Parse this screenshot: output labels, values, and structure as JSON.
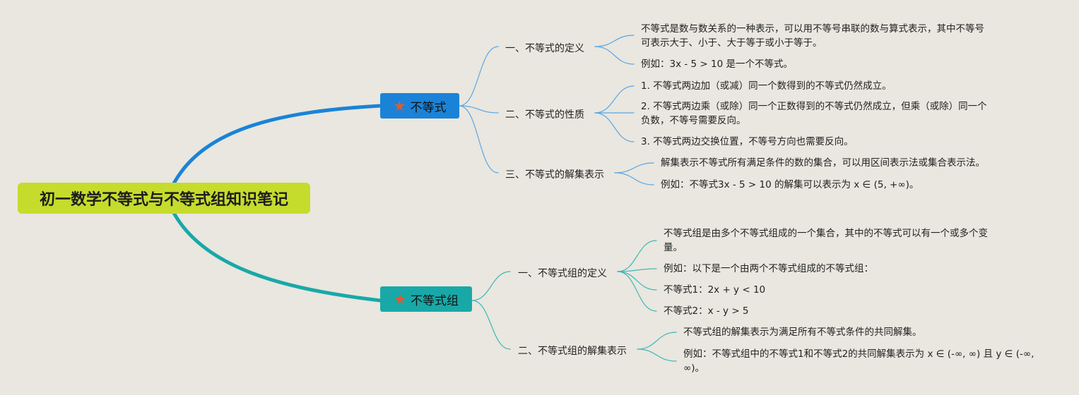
{
  "root": {
    "title": "初一数学不等式与不等式组知识笔记"
  },
  "topics": [
    {
      "label": "不等式",
      "subs": [
        {
          "label": "一、不等式的定义",
          "leaves": [
            "不等式是数与数关系的一种表示，可以用不等号串联的数与算式表示，其中不等号可表示大于、小于、大于等于或小于等于。",
            "例如：3x - 5 > 10 是一个不等式。"
          ]
        },
        {
          "label": "二、不等式的性质",
          "leaves": [
            "1. 不等式两边加（或减）同一个数得到的不等式仍然成立。",
            "2. 不等式两边乘（或除）同一个正数得到的不等式仍然成立，但乘（或除）同一个负数，不等号需要反向。",
            "3. 不等式两边交换位置，不等号方向也需要反向。"
          ]
        },
        {
          "label": "三、不等式的解集表示",
          "leaves": [
            "解集表示不等式所有满足条件的数的集合，可以用区间表示法或集合表示法。",
            "例如：不等式3x - 5 > 10 的解集可以表示为 x ∈ (5, +∞)。"
          ]
        }
      ]
    },
    {
      "label": "不等式组",
      "subs": [
        {
          "label": "一、不等式组的定义",
          "leaves": [
            "不等式组是由多个不等式组成的一个集合，其中的不等式可以有一个或多个变量。",
            "例如：以下是一个由两个不等式组成的不等式组：",
            "不等式1：2x + y < 10",
            "不等式2：x - y > 5"
          ]
        },
        {
          "label": "二、不等式组的解集表示",
          "leaves": [
            "不等式组的解集表示为满足所有不等式条件的共同解集。",
            "例如：不等式组中的不等式1和不等式2的共同解集表示为 x ∈ (-∞, ∞) 且 y ∈ (-∞, ∞)。"
          ]
        }
      ]
    }
  ],
  "colors": {
    "background": "#e9e7df",
    "root": "#c5dc2d",
    "topic1": "#1a83d8",
    "topic2": "#19a8a8",
    "star": "#e5592a"
  }
}
